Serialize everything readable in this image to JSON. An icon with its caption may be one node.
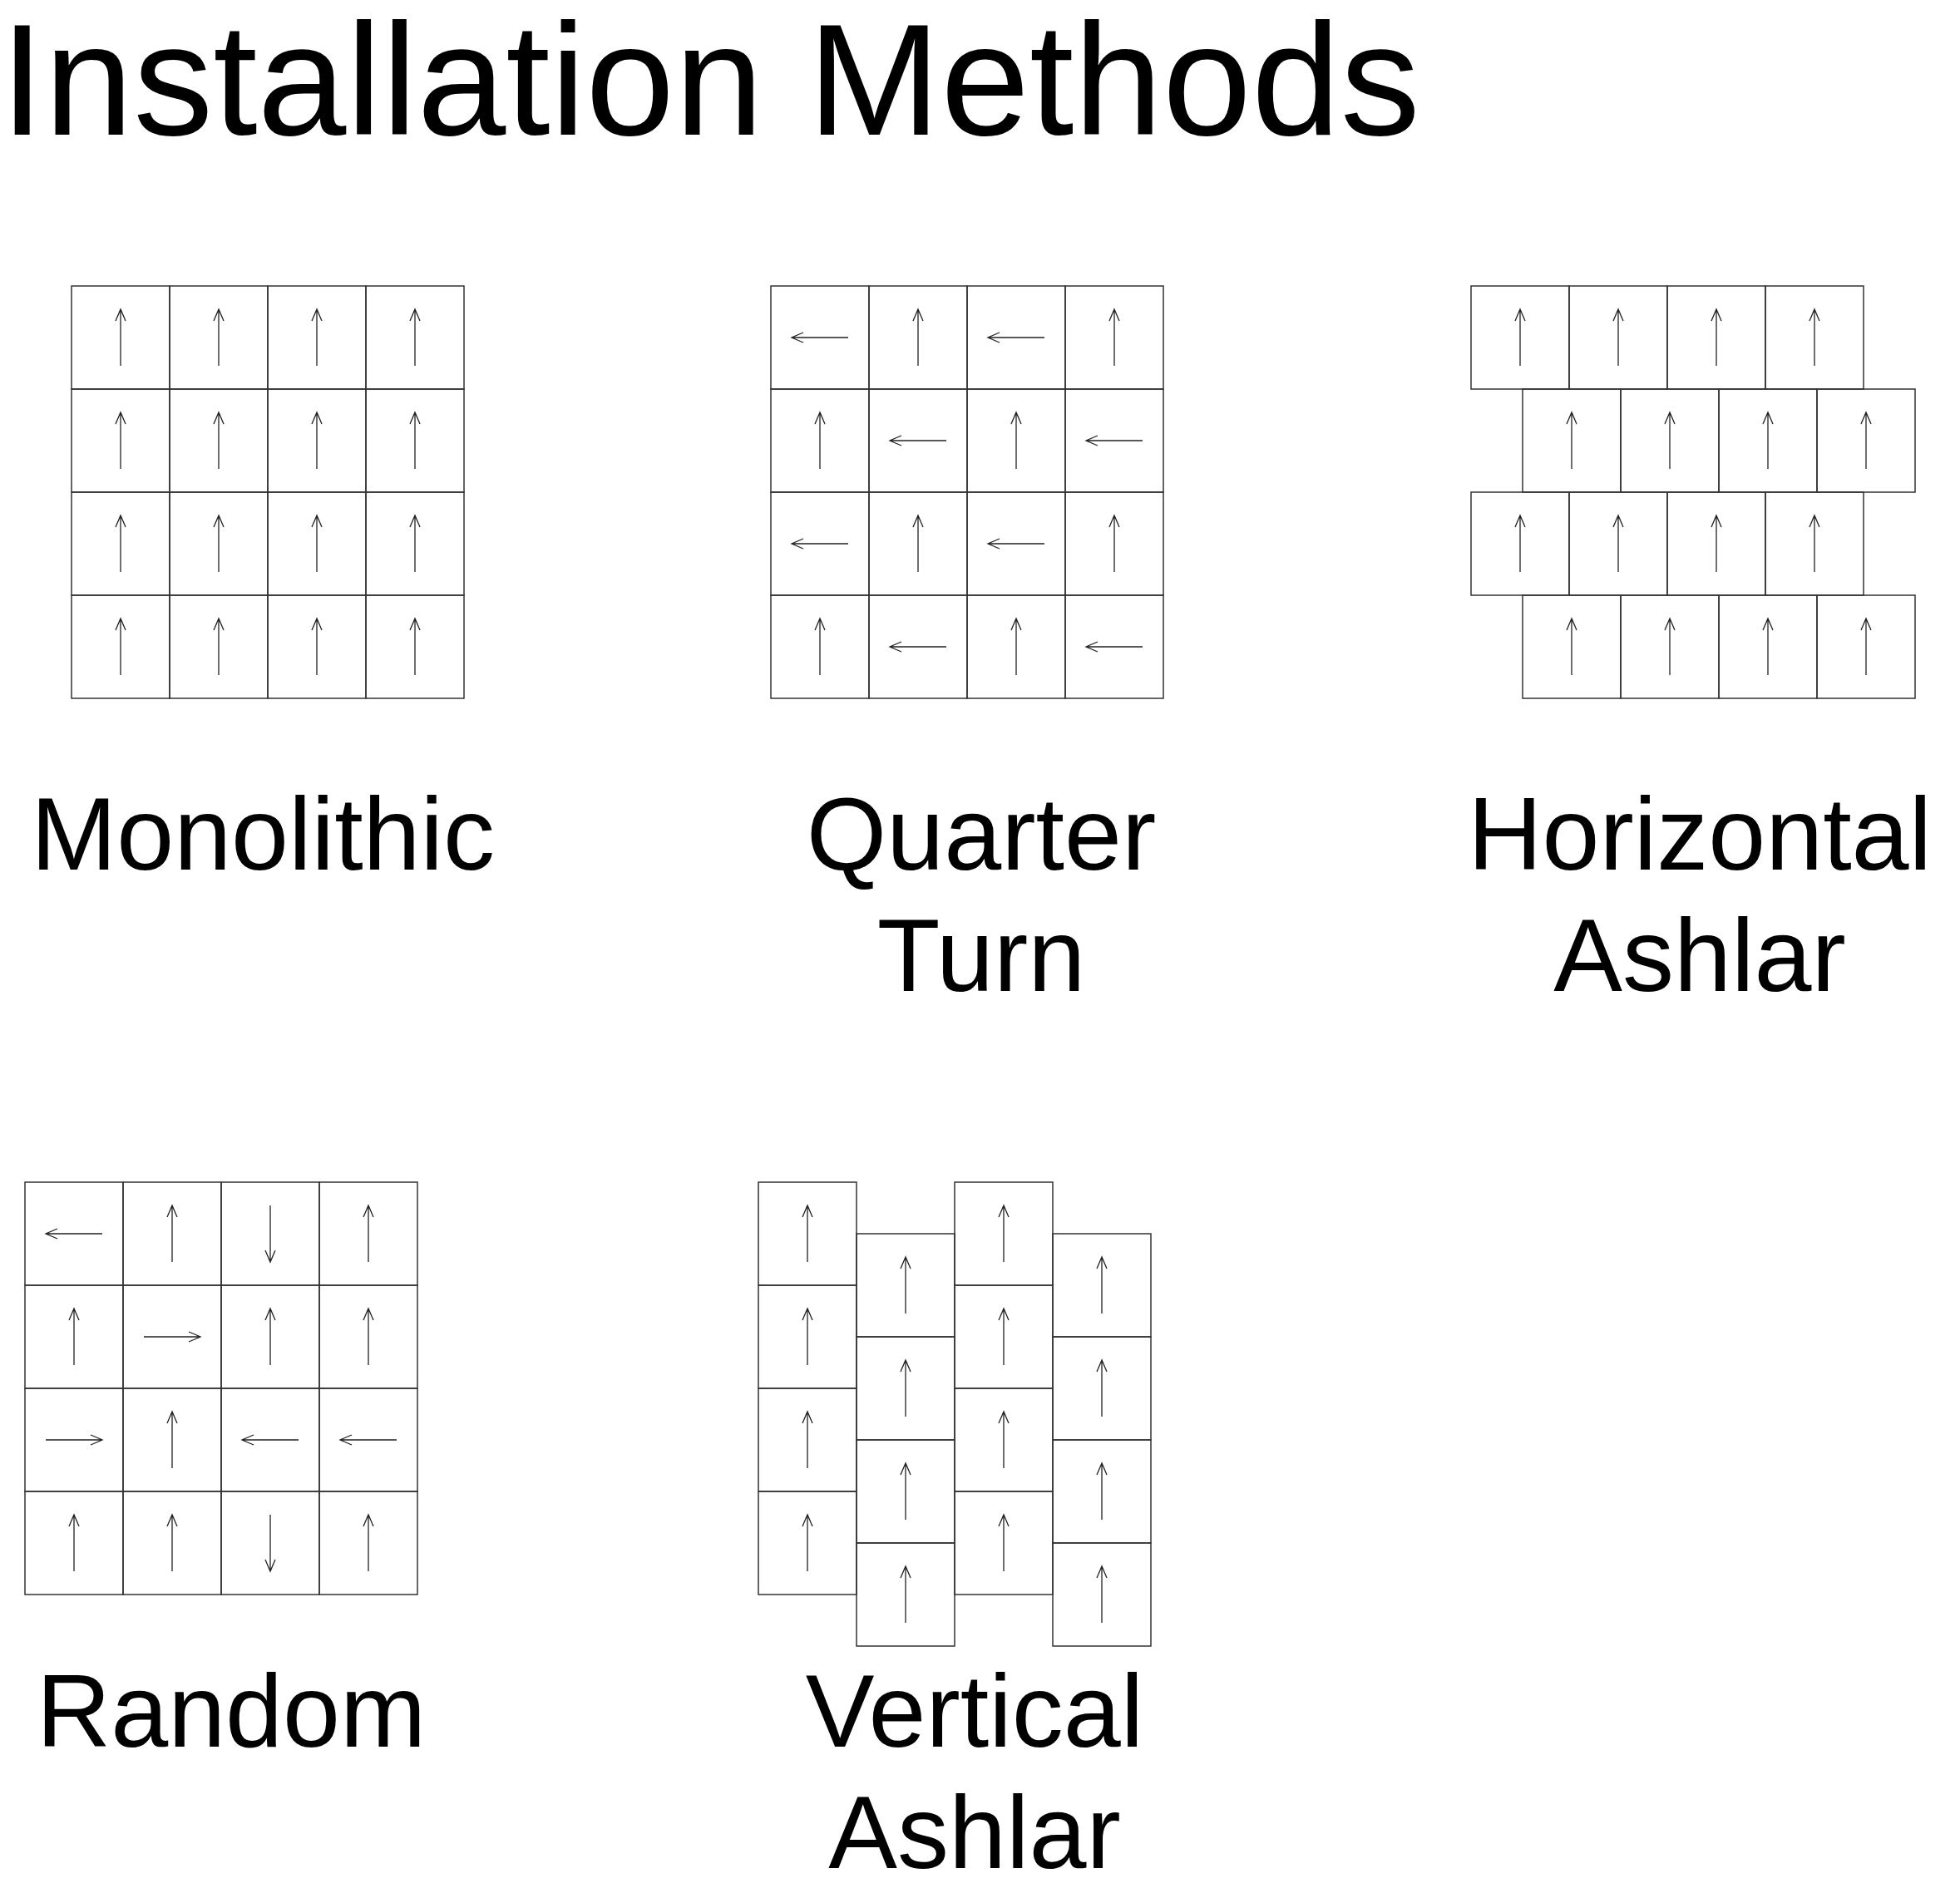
{
  "diagram": {
    "title": "Installation Methods",
    "labels": [
      "Monolithic",
      "Quarter Turn",
      "Horizontal Ashlar",
      "Random",
      "Vertical Ashlar"
    ]
  }
}
